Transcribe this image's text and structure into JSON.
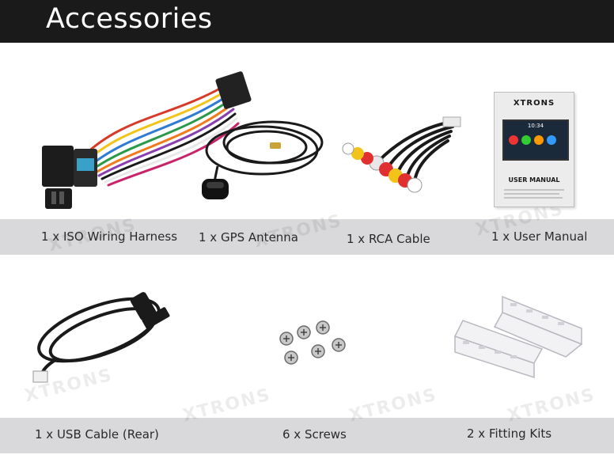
{
  "header": {
    "title": "Accessories",
    "bg_color": "#1a1a1a"
  },
  "manual": {
    "brand": "XTRONS",
    "caption": "USER MANUAL",
    "screen_time": "10:34"
  },
  "items_row1": [
    {
      "label": "1 x ISO Wiring Harness"
    },
    {
      "label": "1 x GPS Antenna"
    },
    {
      "label": "1 x RCA Cable"
    },
    {
      "label": "1 x User Manual"
    }
  ],
  "items_row2": [
    {
      "label": "1 x USB Cable (Rear)"
    },
    {
      "label": "6 x Screws"
    },
    {
      "label": "2 x Fitting Kits"
    }
  ],
  "colors": {
    "band": "#d9d9dc",
    "text": "#2a2a2a"
  }
}
